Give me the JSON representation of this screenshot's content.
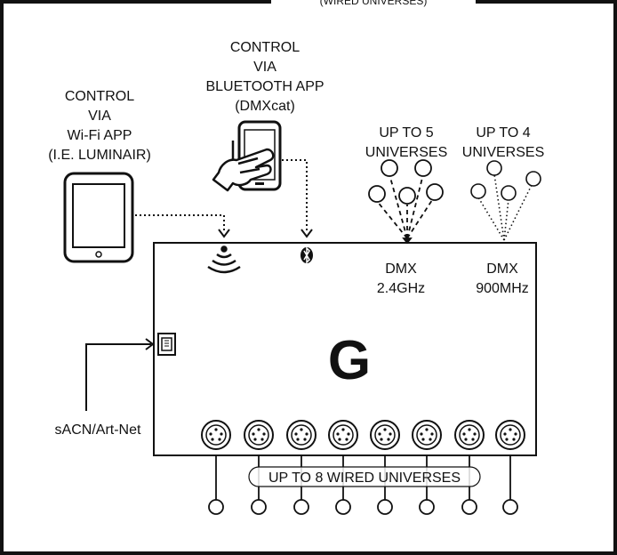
{
  "frame_top_text": "(WIRED UNIVERSES)",
  "wifi_app": {
    "line1": "CONTROL",
    "line2": "VIA",
    "line3": "Wi-Fi APP",
    "line4": "(I.E. LUMINAIR)"
  },
  "bluetooth_app": {
    "line1": "CONTROL",
    "line2": "VIA",
    "line3": "BLUETOOTH APP",
    "line4": "(DMXcat)"
  },
  "wireless_24": {
    "count_line1": "UP TO 5",
    "count_line2": "UNIVERSES",
    "label_line1": "DMX",
    "label_line2": "2.4GHz"
  },
  "wireless_900": {
    "count_line1": "UP TO 4",
    "count_line2": "UNIVERSES",
    "label_line1": "DMX",
    "label_line2": "900MHz"
  },
  "device_logo": "G",
  "network_label": "sACN/Art-Net",
  "wired_label": "UP TO 8 WIRED UNIVERSES",
  "icons": [
    "tablet-icon",
    "phone-icon",
    "hand-icon",
    "wifi-icon",
    "bluetooth-icon",
    "ethernet-port-icon",
    "xlr-connector-icon",
    "fixture-icon"
  ]
}
